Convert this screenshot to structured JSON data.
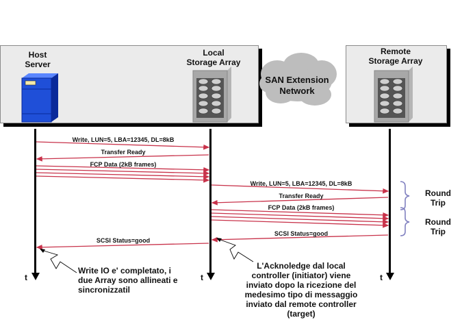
{
  "entities": {
    "host": {
      "label_line1": "Host",
      "label_line2": "Server",
      "icon": "server-icon"
    },
    "local": {
      "label_line1": "Local",
      "label_line2": "Storage Array",
      "icon": "storage-array-icon"
    },
    "network": {
      "label_line1": "SAN Extension",
      "label_line2": "Network",
      "icon": "cloud-icon"
    },
    "remote": {
      "label_line1": "Remote",
      "label_line2": "Storage Array",
      "icon": "storage-array-icon"
    }
  },
  "time_label": "t",
  "messages_host_local": [
    {
      "text": "Write, LUN=5, LBA=12345, DL=8kB",
      "direction": "right"
    },
    {
      "text": "Transfer Ready",
      "direction": "left"
    },
    {
      "text": "FCP Data (2kB frames)",
      "direction": "right",
      "count": 4
    }
  ],
  "messages_local_remote": [
    {
      "text": "Write, LUN=5, LBA=12345, DL=8kB",
      "direction": "right"
    },
    {
      "text": "Transfer Ready",
      "direction": "left"
    },
    {
      "text": "FCP Data (2kB frames)",
      "direction": "right",
      "count": 4
    },
    {
      "text": "SCSI Status=good",
      "direction": "left"
    }
  ],
  "status_host": {
    "text": "SCSI Status=good",
    "direction": "left"
  },
  "round_trips": [
    "Round",
    "Trip"
  ],
  "notes": {
    "left": [
      "Write IO e' completato, i",
      "due Array sono allineati e",
      "sincronizzatil"
    ],
    "middle": [
      "L'Acknoledge dal local",
      "controller (initiator) viene",
      "inviato dopo la ricezione del",
      "medesimo tipo di  messaggio",
      "inviato dal remote controller",
      "(target)"
    ]
  },
  "colors": {
    "arrow": "#c8324a",
    "panel": "#ebebeb",
    "server": "#1f4fd8",
    "brace": "#8080c0",
    "cloud": "#bdbdbd"
  }
}
